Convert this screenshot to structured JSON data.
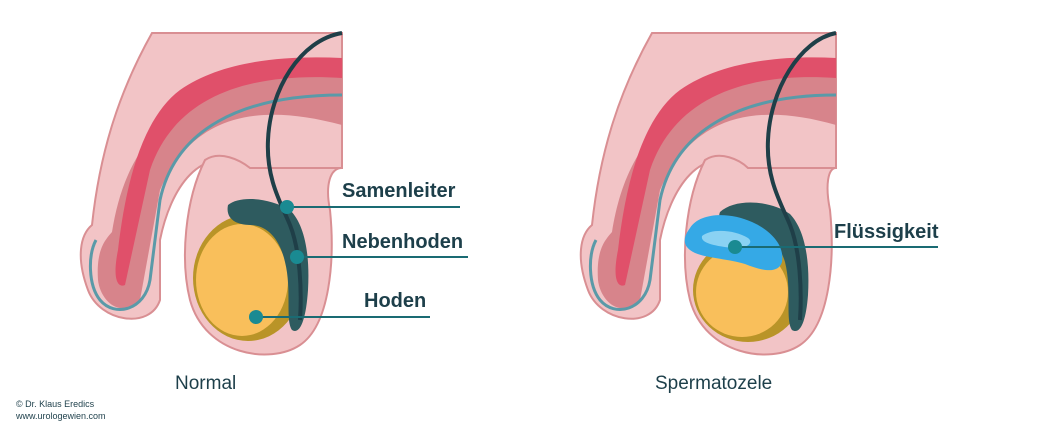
{
  "diagram": {
    "left": {
      "caption": "Normal",
      "labels": {
        "vas_deferens": "Samenleiter",
        "epididymis": "Nebenhoden",
        "testis": "Hoden"
      }
    },
    "right": {
      "caption": "Spermatozele",
      "labels": {
        "fluid": "Flüssigkeit"
      }
    },
    "credit": {
      "author": "© Dr. Klaus Eredics",
      "website": "www.urologewien.com"
    }
  },
  "colors": {
    "skin": "#f2c4c6",
    "skin_outline": "#d98f93",
    "shaft_mid": "#d7848b",
    "corpus": "#e0506a",
    "urethra_line": "#5a9aa8",
    "cord": "#1f3f48",
    "epididymis": "#2e5b5f",
    "testis": "#f9bf5b",
    "testis_rim": "#b99428",
    "fluid": "#35a9e6",
    "fluid_light": "#8ad2f3",
    "leader": "#1a6b73",
    "dot": "#1a8a92",
    "text": "#1d3f4a"
  }
}
